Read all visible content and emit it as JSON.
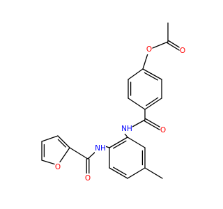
{
  "colors": {
    "bond": "#000000",
    "oxygen": "#ff0000",
    "nitrogen": "#0000ff",
    "background": "#ffffff"
  },
  "labels": {
    "o_ester": "O",
    "o_acetyl": "O",
    "o_amide_top": "O",
    "nh_top": "NH",
    "nh_left": "NH",
    "o_amide_left": "O",
    "o_furan": "O"
  }
}
